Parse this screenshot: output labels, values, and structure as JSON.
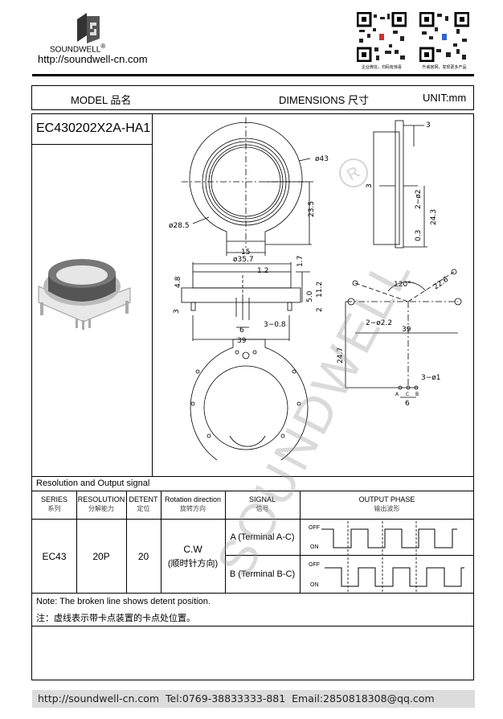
{
  "header": {
    "brand": "SOUNDWELL",
    "registered": "®",
    "url": "http://soundwell-cn.com",
    "qr_codes": [
      {
        "caption": "企业微信，扫码有惊喜"
      },
      {
        "caption": "升威官网，发现更多产品"
      }
    ]
  },
  "title_bar": {
    "model_label": "MODEL 品名",
    "dimensions_label": "DIMENSIONS 尺寸",
    "unit": "UNIT:mm"
  },
  "model": "EC430202X2A-HA1",
  "drawing": {
    "labels": {
      "d43": "ø43",
      "d28_5": "ø28.5",
      "h23_5": "23.5",
      "w15": "15",
      "s3": "3",
      "sh3": "3",
      "p2_2": "2−ø2",
      "h24_3": "24.3",
      "t0_3": "0.3",
      "d35_7": "ø35.7",
      "w1_2": "1.2",
      "h1_7": "1.7",
      "h4_8": "4.8",
      "h11_2": "11.2",
      "h5_0": "5.0",
      "h2": "2",
      "h3": "3",
      "pins": "3−0.8",
      "w6": "6",
      "w39": "39",
      "ang120": "120°",
      "r22_6": "22.6",
      "holes": "2−ø2.2",
      "pw39": "39",
      "ph24": "24.7",
      "pinholes": "3−ø1",
      "pw6": "6",
      "pin_a": "A",
      "pin_c": "C",
      "pin_b": "B"
    }
  },
  "watermark": "SOUNDWELL",
  "table": {
    "title": "Resolution and Output signal",
    "headers": [
      {
        "en": "SERIES",
        "zh": "系列"
      },
      {
        "en": "RESOLUTION",
        "zh": "分解能力"
      },
      {
        "en": "DETENT",
        "zh": "定位"
      },
      {
        "en": "Rotation direction",
        "zh": "旋转方向"
      },
      {
        "en": "SIGNAL",
        "zh": "信号"
      },
      {
        "en": "OUTPUT PHASE",
        "zh": "输出波形"
      }
    ],
    "row": {
      "series": "EC43",
      "resolution": "20P",
      "detent": "20",
      "rotation": "C.W",
      "rotation_zh": "(顺时针方向)",
      "signals": [
        {
          "label": "A (Terminal A-C)",
          "off": "OFF",
          "on": "ON"
        },
        {
          "label": "B (Terminal B-C)",
          "off": "OFF",
          "on": "ON"
        }
      ]
    },
    "note_en": "Note: The broken line shows detent position.",
    "note_zh": "注：虚线表示带卡点装置的卡点处位置。"
  },
  "footer": "http://soundwell-cn.com  Tel:0769-38833333-881  Email:2850818308@qq.com"
}
